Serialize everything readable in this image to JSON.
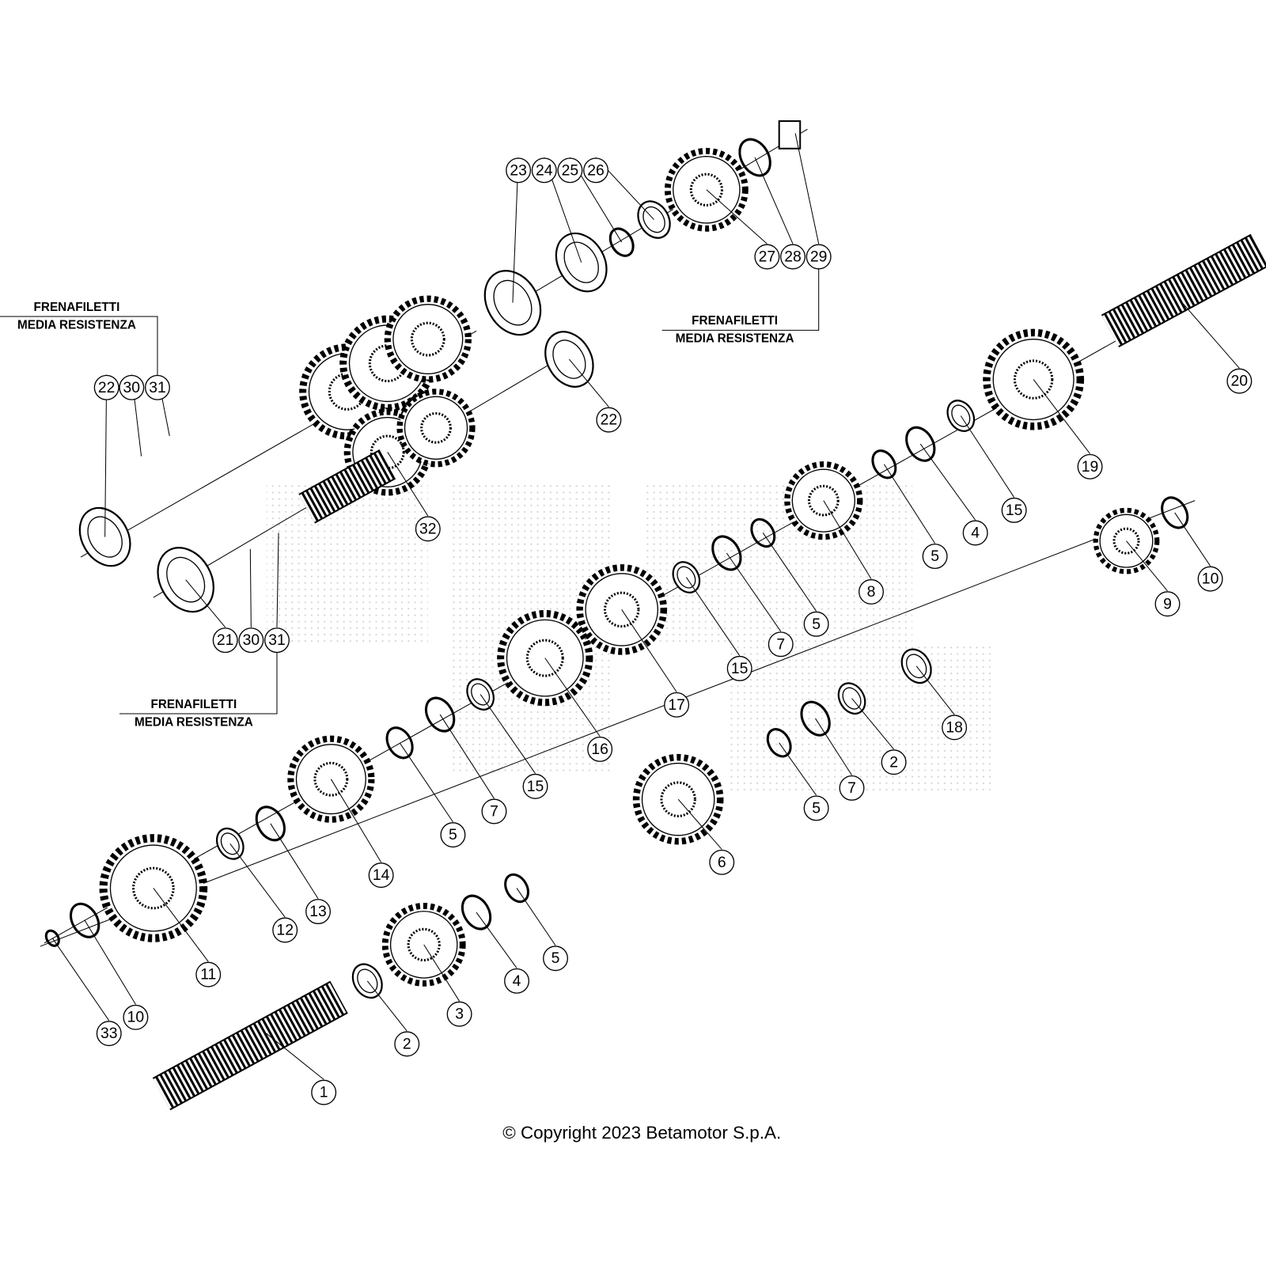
{
  "diagram": {
    "title": "Gearbox exploded view",
    "copyright": "© Copyright 2023 Betamotor S.p.A.",
    "notes": [
      {
        "line1": "FRENAFILETTI",
        "line2": "MEDIA RESISTENZA"
      },
      {
        "line1": "FRENAFILETTI",
        "line2": "MEDIA RESISTENZA"
      },
      {
        "line1": "FRENAFILETTI",
        "line2": "MEDIA RESISTENZA"
      }
    ],
    "callouts": [
      "23",
      "24",
      "25",
      "26",
      "27",
      "28",
      "29",
      "22",
      "30",
      "31",
      "22",
      "20",
      "19",
      "15",
      "4",
      "5",
      "8",
      "5",
      "7",
      "15",
      "17",
      "16",
      "15",
      "7",
      "5",
      "14",
      "13",
      "12",
      "11",
      "10",
      "33",
      "1",
      "2",
      "3",
      "4",
      "5",
      "6",
      "5",
      "7",
      "2",
      "18",
      "9",
      "10",
      "32",
      "21",
      "30",
      "31"
    ],
    "colors": {
      "line": "#000000",
      "background": "#ffffff",
      "watermark": "#d8d8d8"
    }
  }
}
